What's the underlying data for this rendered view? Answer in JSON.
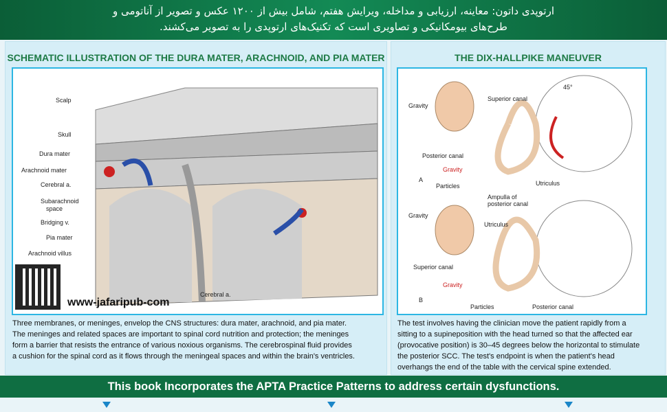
{
  "header": {
    "line1": "ارتوپدی داتون: معاینه، ارزیابی و مداخله، ویرایش هفتم، شامل بیش از ۱۲۰۰ عکس و تصویر از آناتومی و",
    "line2": "طرح‌های بیومکانیکی و تصاویری است که تکنیک‌های ارتوپدی را به تصویر می‌کشند."
  },
  "left": {
    "title": "SCHEMATIC ILLUSTRATION OF THE DURA MATER, ARACHNOID, AND PIA MATER",
    "labels": [
      "Scalp",
      "Skull",
      "Dura mater",
      "Arachnoid mater",
      "Cerebral a.",
      "Subarachnoid",
      "space",
      "Bridging v.",
      "Pia mater",
      "Arachnoid villus",
      "Cerebral a."
    ],
    "watermark": "www-jafaripub-com",
    "caption": [
      "Three membranes, or meninges, envelop the CNS structures: dura mater, arachnoid, and pia mater.",
      "The meninges and related spaces are important to spinal cord nutrition and protection; the meninges",
      "form a barrier that resists the entrance of various noxious organisms. The cerebrospinal fluid provides",
      "a cushion for the spinal cord as it flows through the meningeal spaces and within the brain's ventricles."
    ]
  },
  "right": {
    "title": "THE DIX-HALLPIKE MANEUVER",
    "labels": {
      "gravity": "Gravity",
      "superior": "Superior canal",
      "posterior": "Posterior canal",
      "particles": "Particles",
      "a": "A",
      "b": "B",
      "utriculus": "Utriculus",
      "ampulla1": "Ampulla of",
      "ampulla2": "posterior canal",
      "angle": "45°"
    },
    "caption": [
      "The test involves having the clinician move the patient rapidly from a",
      "sitting to a supineposition with the head turned so that the affected ear",
      "(provocative position) is 30–45 degrees below the horizontal to stimulate",
      "the posterior SCC. The test's endpoint is when the patient's head",
      "overhangs the end of the table with the cervical spine extended."
    ]
  },
  "banner": "This book Incorporates the APTA Practice Patterns to address certain dysfunctions."
}
